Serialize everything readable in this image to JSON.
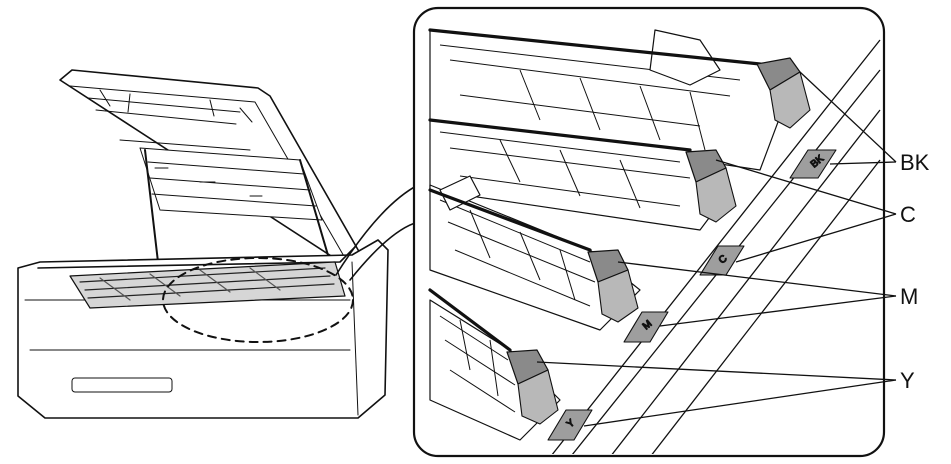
{
  "labels": {
    "black": "BK",
    "cyan": "C",
    "magenta": "M",
    "yellow": "Y"
  },
  "tab_marks": {
    "black": "BK",
    "cyan": "C",
    "magenta": "M",
    "yellow": "Y"
  },
  "colors": {
    "line": "#111111",
    "tab_fill": "#9e9e9e",
    "handle_fill": "#8a8a8a",
    "shade": "#c8c8c8"
  }
}
